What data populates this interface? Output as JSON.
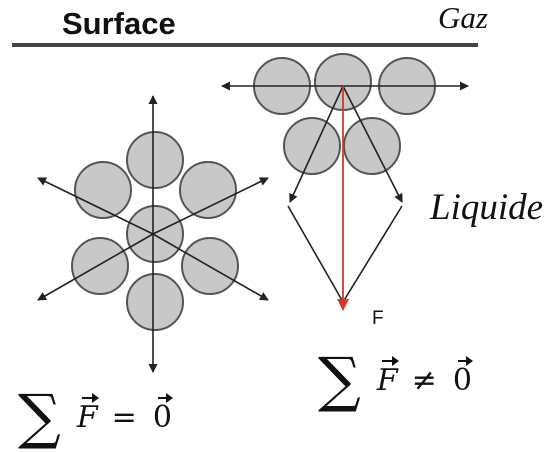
{
  "labels": {
    "surface": "Surface",
    "gas": "Gaz",
    "liquid": "Liquide",
    "force": "F"
  },
  "equations": {
    "bulk": {
      "sigma": "∑",
      "vector": "F",
      "operator": "=",
      "result": "0"
    },
    "surface": {
      "sigma": "∑",
      "vector": "F",
      "operator": "≠",
      "result": "0"
    }
  },
  "colors": {
    "molecule_fill": "#c8c8c8",
    "outline": "#555555",
    "line": "#222222",
    "force_arrow": "#d23a2a"
  }
}
